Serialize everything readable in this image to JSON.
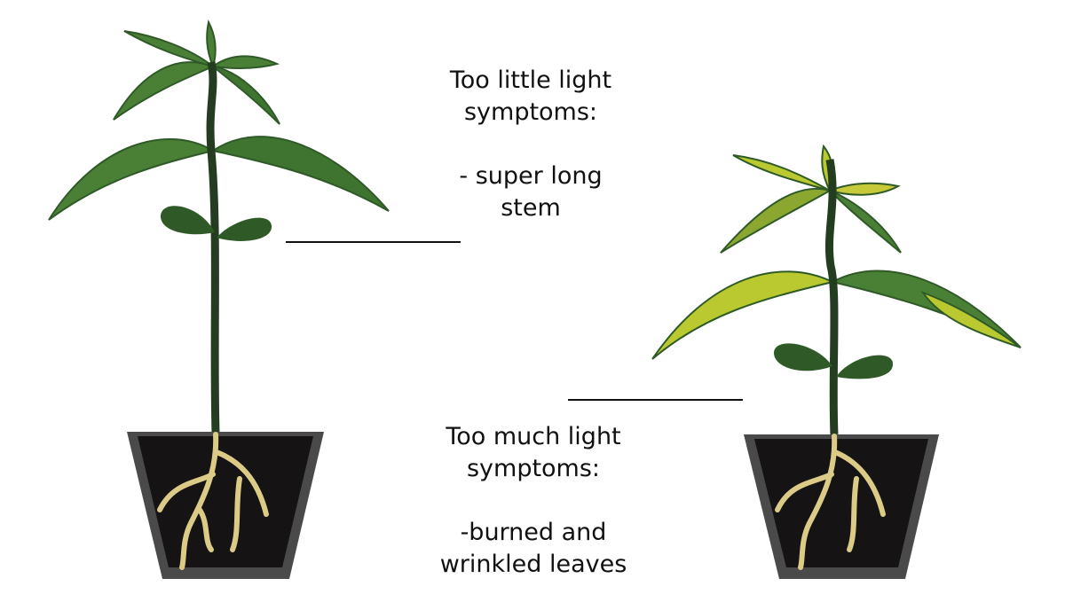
{
  "top_caption": {
    "lines": [
      "Too little light",
      "symptoms:",
      "",
      "- super long",
      "stem"
    ]
  },
  "bottom_caption": {
    "lines": [
      "Too much light",
      "symptoms:",
      "",
      "-burned and",
      "wrinkled leaves"
    ]
  },
  "colors": {
    "leaf_dark": "#2f5a28",
    "leaf_mid": "#4a7f36",
    "stem": "#243d20",
    "burned_leaf": "#b9c92f",
    "pot_rim": "#4a4a4a",
    "soil": "#151313",
    "roots": "#dccb86"
  }
}
